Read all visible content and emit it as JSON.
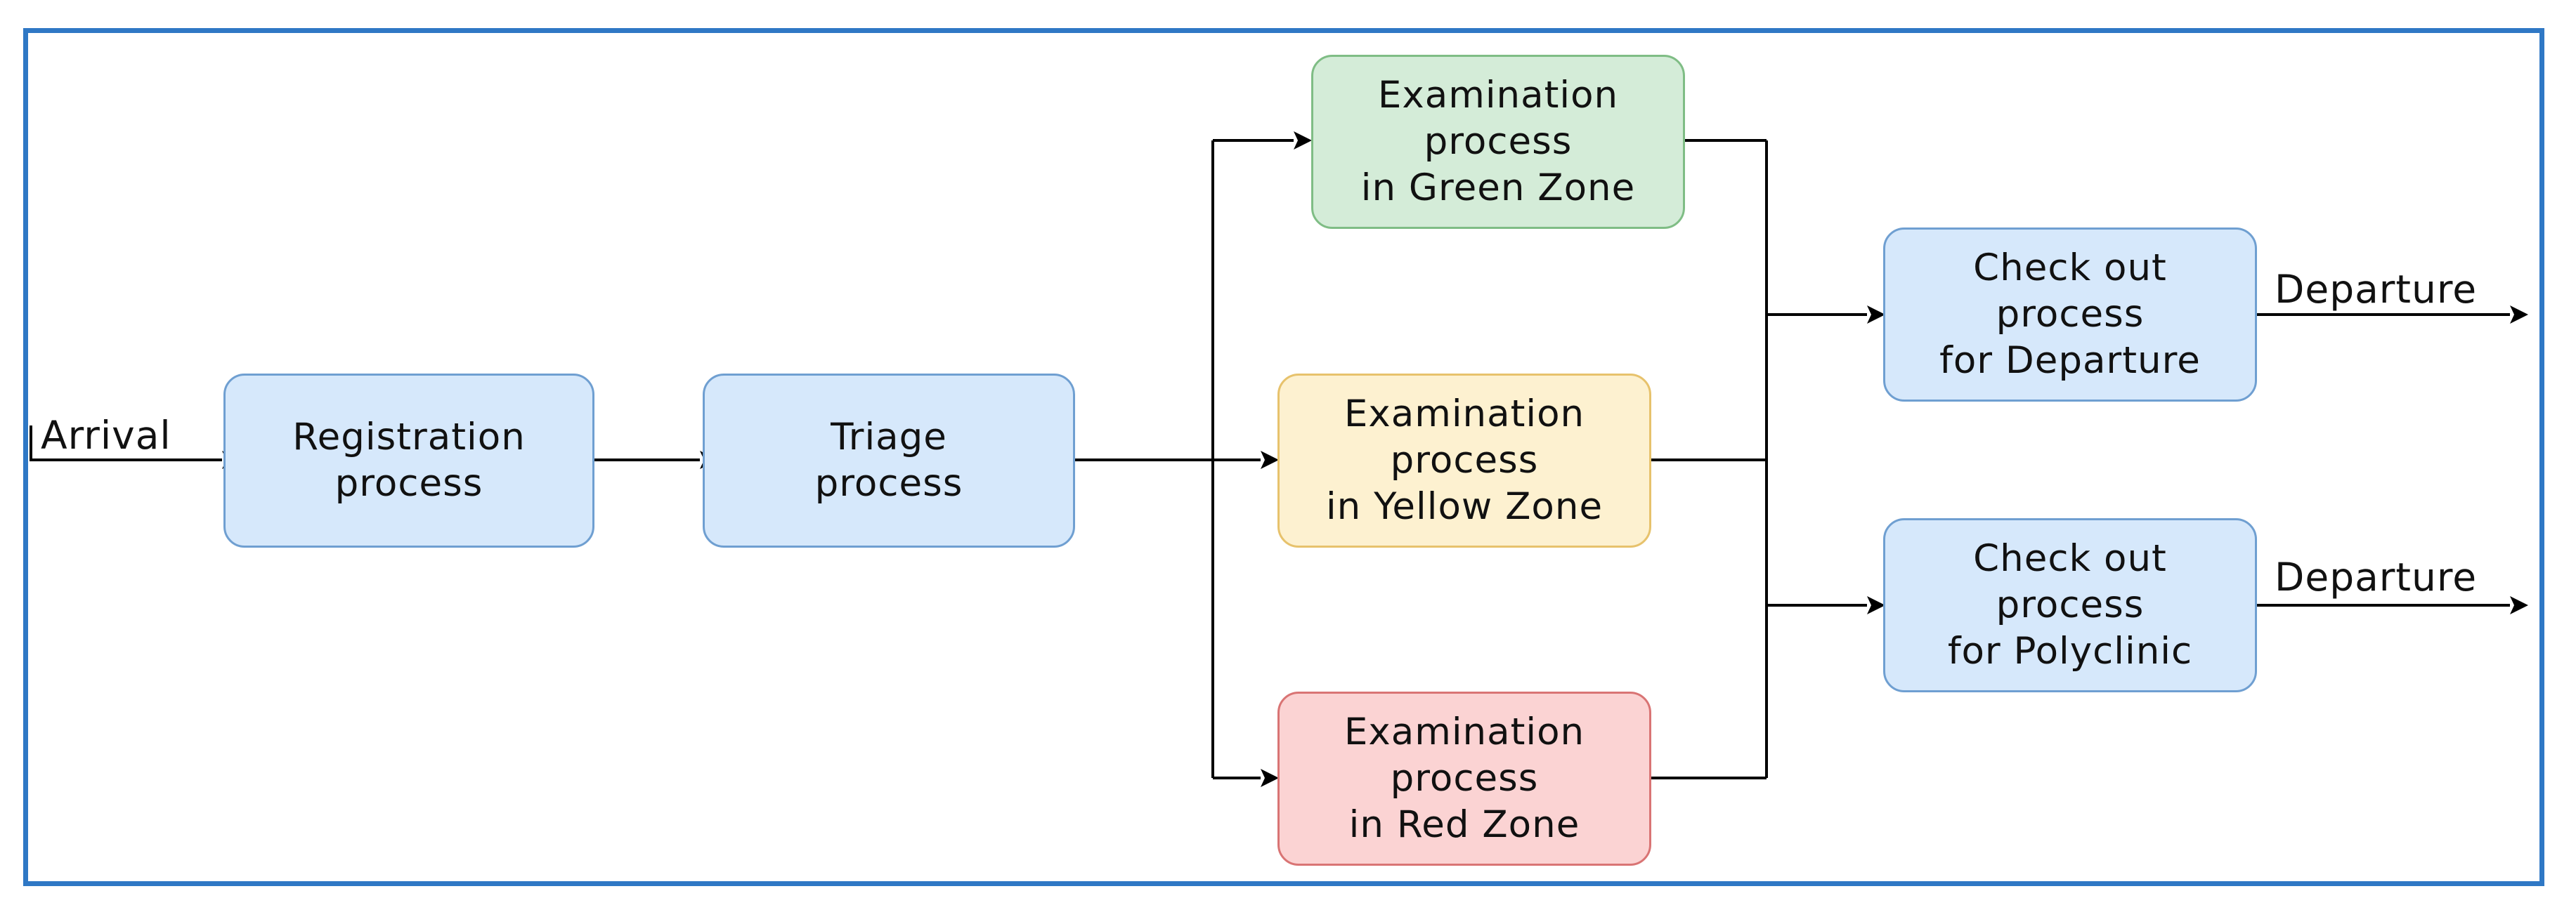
{
  "diagram": {
    "nodes": {
      "registration": {
        "lines": [
          "Registration",
          "process"
        ]
      },
      "triage": {
        "lines": [
          "Triage",
          "process"
        ]
      },
      "green": {
        "lines": [
          "Examination",
          "process",
          "in Green Zone"
        ]
      },
      "yellow": {
        "lines": [
          "Examination",
          "process",
          "in Yellow Zone"
        ]
      },
      "red": {
        "lines": [
          "Examination",
          "process",
          "in Red Zone"
        ]
      },
      "checkout_departure": {
        "lines": [
          "Check out",
          "process",
          "for Departure"
        ]
      },
      "checkout_polyclinic": {
        "lines": [
          "Check out",
          "process",
          "for Polyclinic"
        ]
      }
    },
    "edge_labels": {
      "arrival": "Arrival",
      "departure_1": "Departure",
      "departure_2": "Departure"
    },
    "colors": {
      "frame": "#2f78c5",
      "blue_fill": "#d6e8fb",
      "green_fill": "#d4ecd8",
      "yellow_fill": "#fdf1d0",
      "red_fill": "#fbd3d3",
      "line": "#000000"
    }
  }
}
